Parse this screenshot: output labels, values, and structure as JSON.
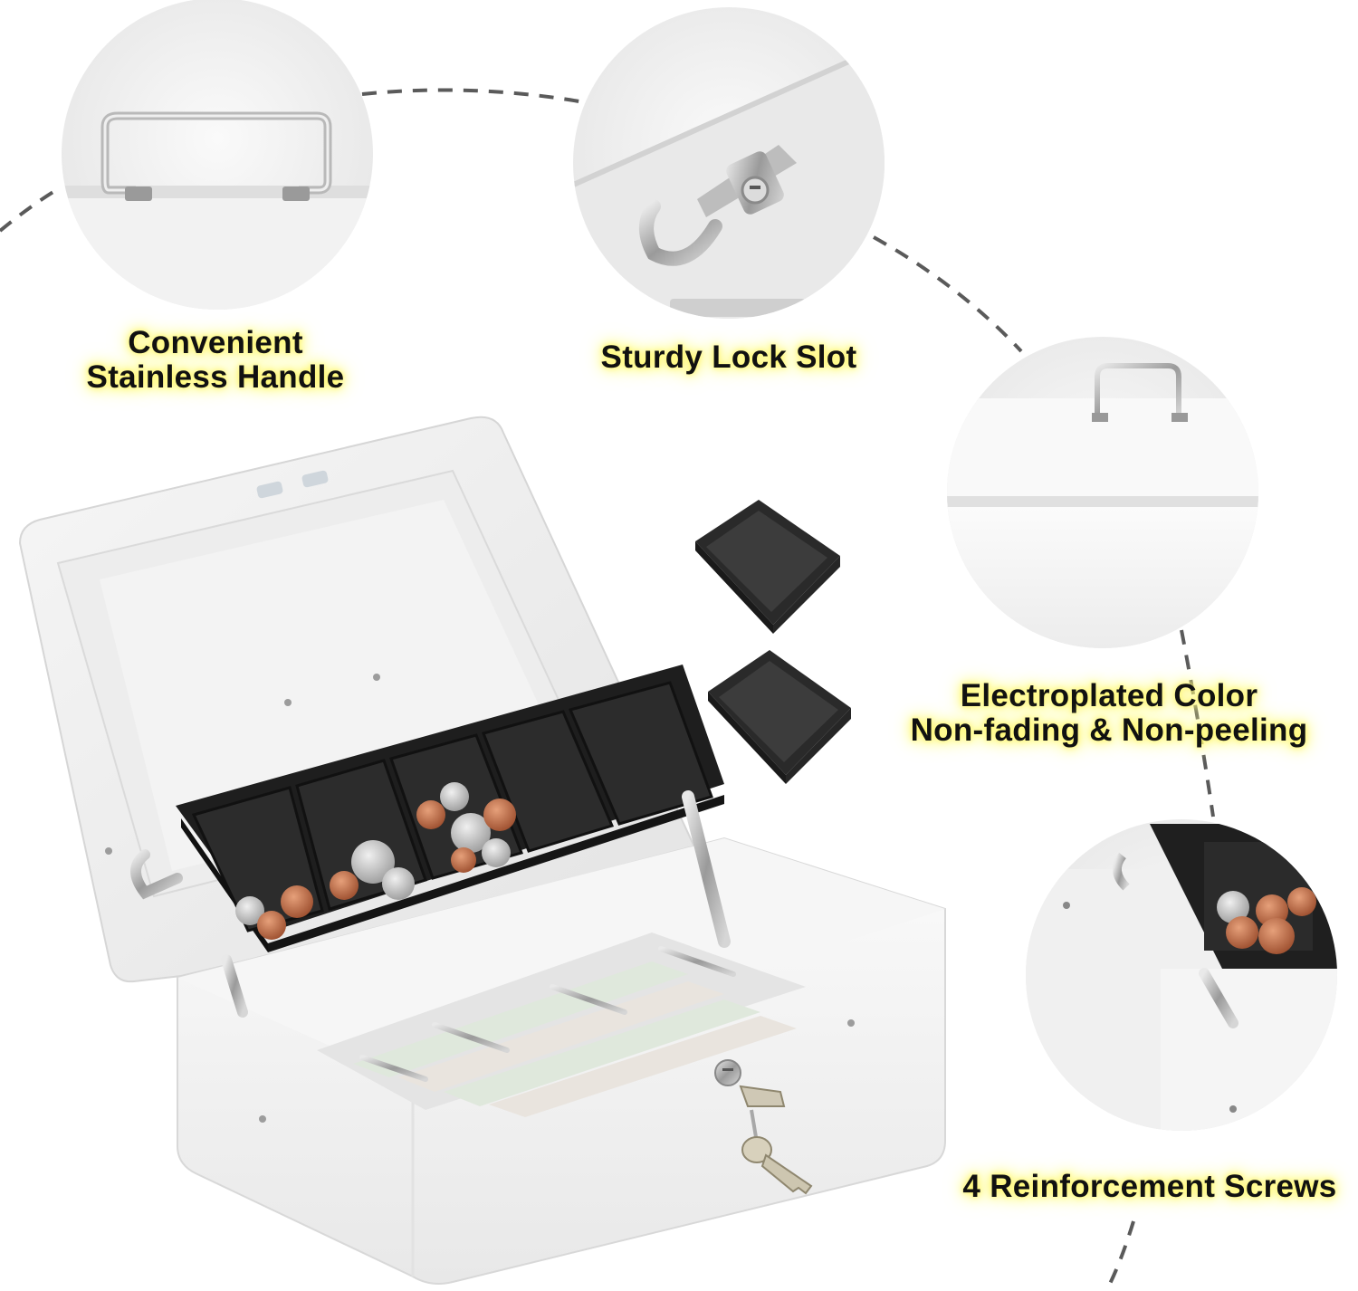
{
  "features": {
    "handle": {
      "line1": "Convenient",
      "line2": "Stainless Handle",
      "icon": "handle-icon"
    },
    "lock": {
      "line1": "Sturdy Lock Slot",
      "icon": "lock-icon"
    },
    "color": {
      "line1": "Electroplated Color",
      "line2": "Non-fading & Non-peeling",
      "icon": "cash-box-closed-icon"
    },
    "screws": {
      "line1": "4 Reinforcement Screws",
      "icon": "screw-icon"
    }
  },
  "colors": {
    "label_glow": "#fff86a",
    "box_white": "#f4f4f4",
    "tray_black": "#1f1f1f",
    "dashed_line": "#555555"
  }
}
